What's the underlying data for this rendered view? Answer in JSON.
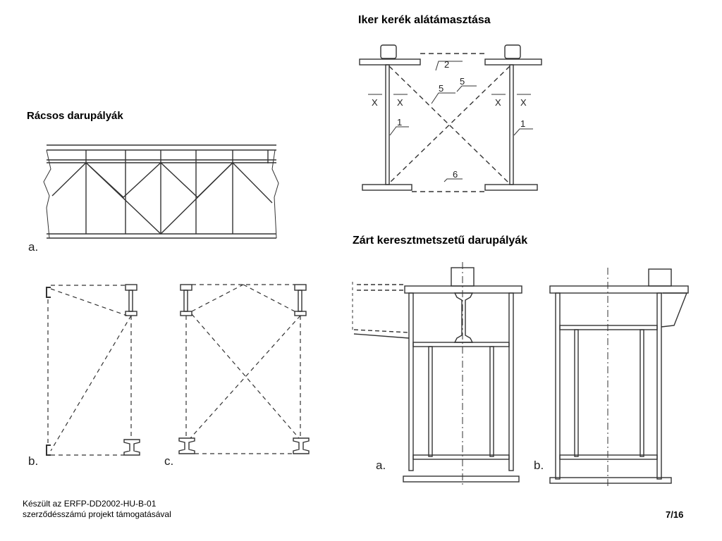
{
  "headings": {
    "iker": "Iker kerék alátámasztása",
    "racsos": "Rácsos darupályák",
    "zart": "Zárt keresztmetszetű darupályák"
  },
  "labels": {
    "iker": {
      "n2": "2",
      "n5a": "5",
      "n5b": "5",
      "n1a": "1",
      "n1b": "1",
      "n6": "6",
      "x": "X"
    },
    "racsos": {
      "a": "a.",
      "b": "b.",
      "c": "c."
    },
    "zart": {
      "a": "a.",
      "b": "b."
    }
  },
  "footer": {
    "line1": "Készült az ERFP-DD2002-HU-B-01",
    "line2": "szerződésszámú projekt támogatásával"
  },
  "page_indicator": "7/16"
}
